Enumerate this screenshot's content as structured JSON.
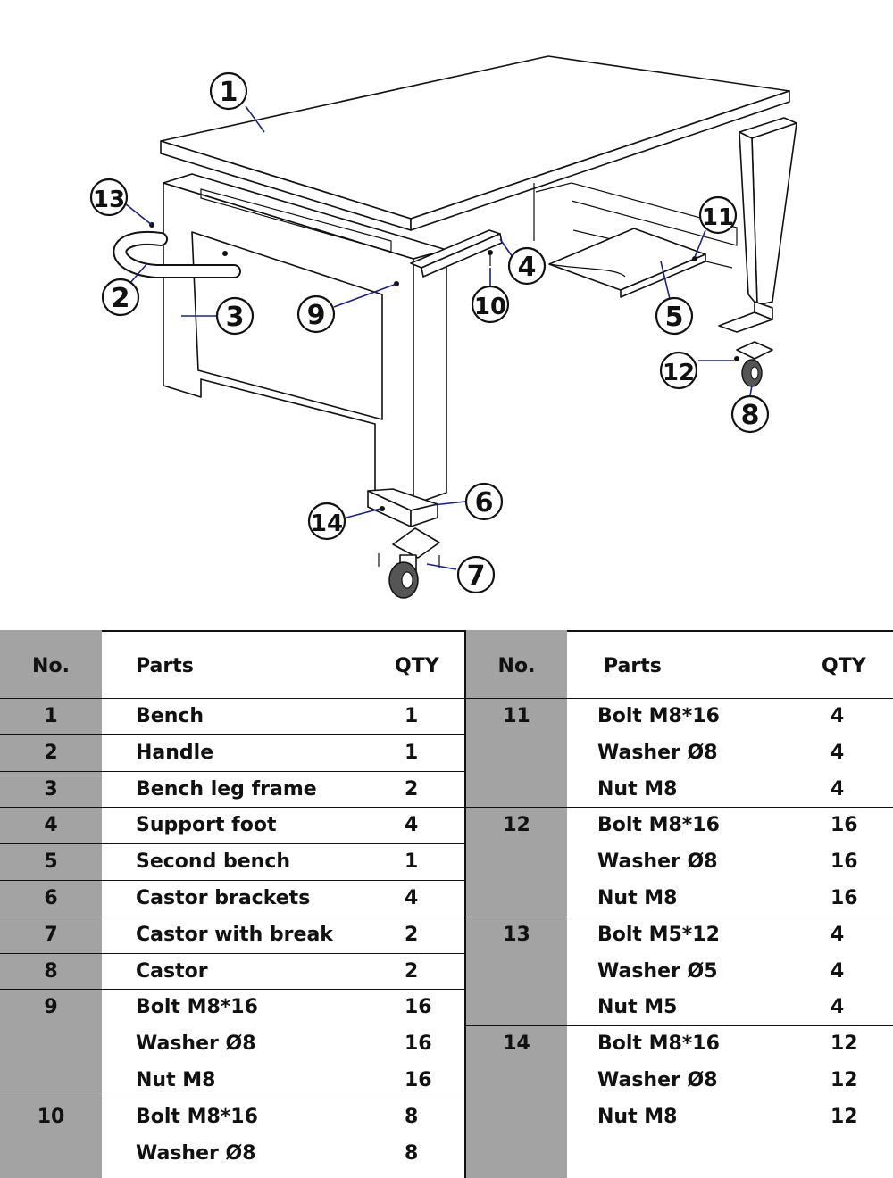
{
  "callouts": [
    "1",
    "2",
    "3",
    "4",
    "5",
    "6",
    "7",
    "8",
    "9",
    "10",
    "11",
    "12",
    "13",
    "14"
  ],
  "tables": [
    {
      "headers": {
        "no": "No.",
        "parts": "Parts",
        "qty": "QTY"
      },
      "groups": [
        {
          "no": "1",
          "rows": [
            {
              "part": "Bench",
              "qty": "1"
            }
          ]
        },
        {
          "no": "2",
          "rows": [
            {
              "part": "Handle",
              "qty": "1"
            }
          ]
        },
        {
          "no": "3",
          "rows": [
            {
              "part": "Bench leg frame",
              "qty": "2"
            }
          ]
        },
        {
          "no": "4",
          "rows": [
            {
              "part": "Support foot",
              "qty": "4"
            }
          ]
        },
        {
          "no": "5",
          "rows": [
            {
              "part": "Second bench",
              "qty": "1"
            }
          ]
        },
        {
          "no": "6",
          "rows": [
            {
              "part": "Castor brackets",
              "qty": "4"
            }
          ]
        },
        {
          "no": "7",
          "rows": [
            {
              "part": "Castor with break",
              "qty": "2"
            }
          ]
        },
        {
          "no": "8",
          "rows": [
            {
              "part": "Castor",
              "qty": "2"
            }
          ]
        },
        {
          "no": "9",
          "rows": [
            {
              "part": "Bolt M8*16",
              "qty": "16"
            },
            {
              "part": "Washer Ø8",
              "qty": "16"
            },
            {
              "part": "Nut M8",
              "qty": "16"
            }
          ]
        },
        {
          "no": "10",
          "rows": [
            {
              "part": "Bolt M8*16",
              "qty": "8"
            },
            {
              "part": "Washer Ø8",
              "qty": "8"
            }
          ]
        }
      ]
    },
    {
      "headers": {
        "no": "No.",
        "parts": "Parts",
        "qty": "QTY"
      },
      "groups": [
        {
          "no": "11",
          "rows": [
            {
              "part": "Bolt M8*16",
              "qty": "4"
            },
            {
              "part": "Washer Ø8",
              "qty": "4"
            },
            {
              "part": "Nut M8",
              "qty": "4"
            }
          ]
        },
        {
          "no": "12",
          "rows": [
            {
              "part": "Bolt M8*16",
              "qty": "16"
            },
            {
              "part": "Washer Ø8",
              "qty": "16"
            },
            {
              "part": "Nut M8",
              "qty": "16"
            }
          ]
        },
        {
          "no": "13",
          "rows": [
            {
              "part": "Bolt M5*12",
              "qty": "4"
            },
            {
              "part": "Washer Ø5",
              "qty": "4"
            },
            {
              "part": "Nut M5",
              "qty": "4"
            }
          ]
        },
        {
          "no": "14",
          "rows": [
            {
              "part": "Bolt M8*16",
              "qty": "12"
            },
            {
              "part": "Washer Ø8",
              "qty": "12"
            },
            {
              "part": "Nut M8",
              "qty": "12"
            }
          ]
        }
      ]
    }
  ]
}
